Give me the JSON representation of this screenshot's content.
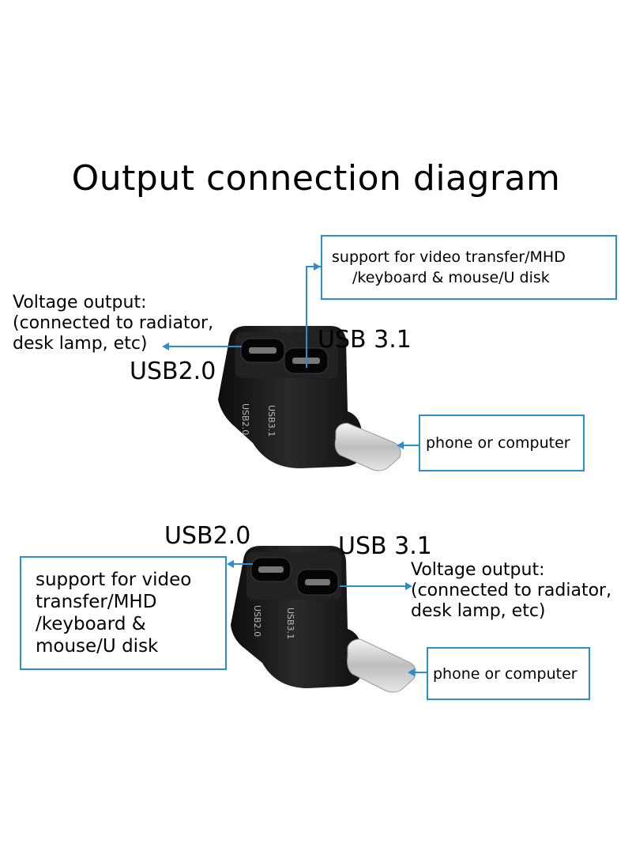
{
  "title": "Output connection diagram",
  "colors": {
    "line": "#2a8fd0",
    "adapter": "#1c1c1c",
    "plug": "#d8d8d8"
  },
  "top": {
    "video_box": [
      "support for video transfer/MHD",
      "/keyboard & mouse/U disk"
    ],
    "voltage_label": [
      "Voltage output:",
      "(connected to radiator,",
      "desk lamp, etc)"
    ],
    "usb31_label": "USB 3.1",
    "usb20_label": "USB2.0",
    "phone_box": "phone or computer",
    "engrave_left": "USB2.0",
    "engrave_right": "USB3.1"
  },
  "bottom": {
    "usb20_label": "USB2.0",
    "usb31_label": "USB 3.1",
    "video_box": [
      "support for video",
      "transfer/MHD",
      "/keyboard &",
      "mouse/U disk"
    ],
    "voltage_label": [
      "Voltage output:",
      "(connected to radiator,",
      "desk lamp, etc)"
    ],
    "phone_box": "phone or computer",
    "engrave_left": "USB2.0",
    "engrave_right": "USB3.1"
  }
}
